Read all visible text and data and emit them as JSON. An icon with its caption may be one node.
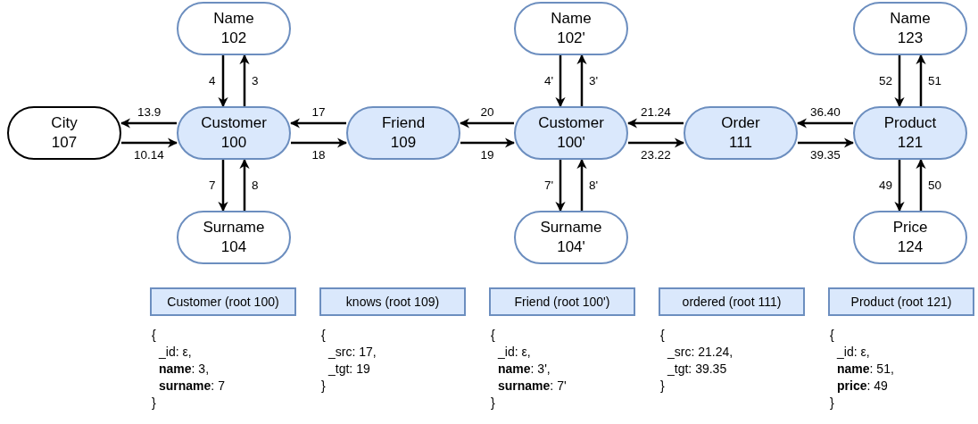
{
  "diagram": {
    "nodes": [
      {
        "text": [
          "Name",
          "102"
        ]
      },
      {
        "text": [
          "City",
          "107"
        ]
      },
      {
        "text": [
          "Customer",
          "100"
        ]
      },
      {
        "text": [
          "Friend",
          "109"
        ]
      },
      {
        "text": [
          "Surname",
          "104"
        ]
      },
      {
        "text": [
          "Name",
          "102'"
        ]
      },
      {
        "text": [
          "Customer",
          "100'"
        ]
      },
      {
        "text": [
          "Order",
          "111"
        ]
      },
      {
        "text": [
          "Surname",
          "104'"
        ]
      },
      {
        "text": [
          "Name",
          "123"
        ]
      },
      {
        "text": [
          "Product",
          "121"
        ]
      },
      {
        "text": [
          "Price",
          "124"
        ]
      },
      {
        "text": [
          "Customer (root 100)"
        ],
        "beside": [
          "{",
          "_id: ε,",
          "**name**: 3,",
          "**surname**: 7",
          "}"
        ]
      },
      {
        "text": [
          "knows (root 109)"
        ],
        "beside": [
          "{",
          "_src: 17,",
          "_tgt: 19",
          "}"
        ]
      },
      {
        "text": [
          "Friend (root 100')"
        ],
        "beside": [
          "{",
          "_id: ε,",
          "**name**: 3',",
          "**surname**: 7'",
          "}"
        ]
      },
      {
        "text": [
          "ordered (root 111)"
        ],
        "beside": [
          "{",
          "_src: 21.24,",
          "_tgt: 39.35",
          "}"
        ]
      },
      {
        "text": [
          "Product (root 121)"
        ],
        "beside": [
          "{",
          "_id: ε,",
          "**name**: 51,",
          "**price**: 49",
          "}"
        ]
      }
    ],
    "edges": [
      {
        "from": 0,
        "to": 2,
        "arrow": "to",
        "label": "4"
      },
      {
        "from": 2,
        "to": 0,
        "arrow": "to",
        "label": "3"
      },
      {
        "from": 2,
        "to": 1,
        "arrow": "to",
        "label": "13.9"
      },
      {
        "from": 1,
        "to": 2,
        "arrow": "to",
        "label": "10.14"
      },
      {
        "from": 3,
        "to": 2,
        "arrow": "to",
        "label": "17"
      },
      {
        "from": 2,
        "to": 3,
        "arrow": "to",
        "label": "18"
      },
      {
        "from": 6,
        "to": 3,
        "arrow": "to",
        "label": "20"
      },
      {
        "from": 3,
        "to": 6,
        "arrow": "to",
        "label": "19"
      },
      {
        "from": 2,
        "to": 4,
        "arrow": "to",
        "label": "7"
      },
      {
        "from": 4,
        "to": 2,
        "arrow": "to",
        "label": "8"
      },
      {
        "from": 5,
        "to": 6,
        "arrow": "to",
        "label": "4'"
      },
      {
        "from": 6,
        "to": 5,
        "arrow": "to",
        "label": "3'"
      },
      {
        "from": 6,
        "to": 8,
        "arrow": "to",
        "label": "7'"
      },
      {
        "from": 8,
        "to": 6,
        "arrow": "to",
        "label": "8'"
      },
      {
        "from": 7,
        "to": 6,
        "arrow": "to",
        "label": "21.24"
      },
      {
        "from": 6,
        "to": 7,
        "arrow": "to",
        "label": "23.22"
      },
      {
        "from": 10,
        "to": 7,
        "arrow": "to",
        "label": "36.40"
      },
      {
        "from": 7,
        "to": 10,
        "arrow": "to",
        "label": "39.35"
      },
      {
        "from": 9,
        "to": 10,
        "arrow": "to",
        "label": "52"
      },
      {
        "from": 10,
        "to": 9,
        "arrow": "to",
        "label": "51"
      },
      {
        "from": 10,
        "to": 11,
        "arrow": "to",
        "label": "49"
      },
      {
        "from": 11,
        "to": 10,
        "arrow": "to",
        "label": "50"
      }
    ]
  }
}
